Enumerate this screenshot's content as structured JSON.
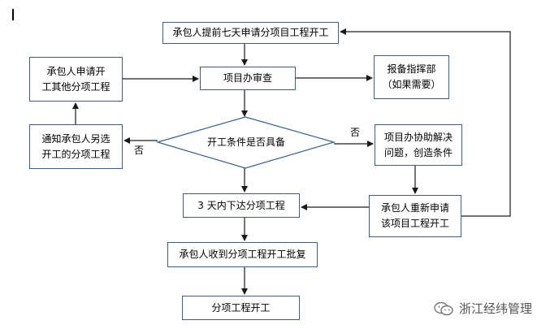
{
  "flowchart": {
    "nodes": {
      "apply": "承包人提前七天申请分项目工程开工",
      "review": "项目办审查",
      "hq": "报备指挥部\n（如果需要）",
      "other": "承包人申请开\n工其他分项工程",
      "notify": "通知承包人另选\n开工的分项工程",
      "decision": "开工条件是否具备",
      "assist": "项目办协助解决\n问题，创造条件",
      "issue": "3 天内下达分项工程",
      "reapply": "承包人重新申请\n该项目工程开工",
      "receive": "承包人收到分项工程开工批复",
      "start": "分项工程开工"
    },
    "edge_labels": {
      "no_right": "否",
      "no_left": "否"
    }
  },
  "watermark": {
    "text": "浙江经纬管理"
  },
  "colors": {
    "box_border": "#3b5f88",
    "arrow": "#1a1a1a"
  }
}
